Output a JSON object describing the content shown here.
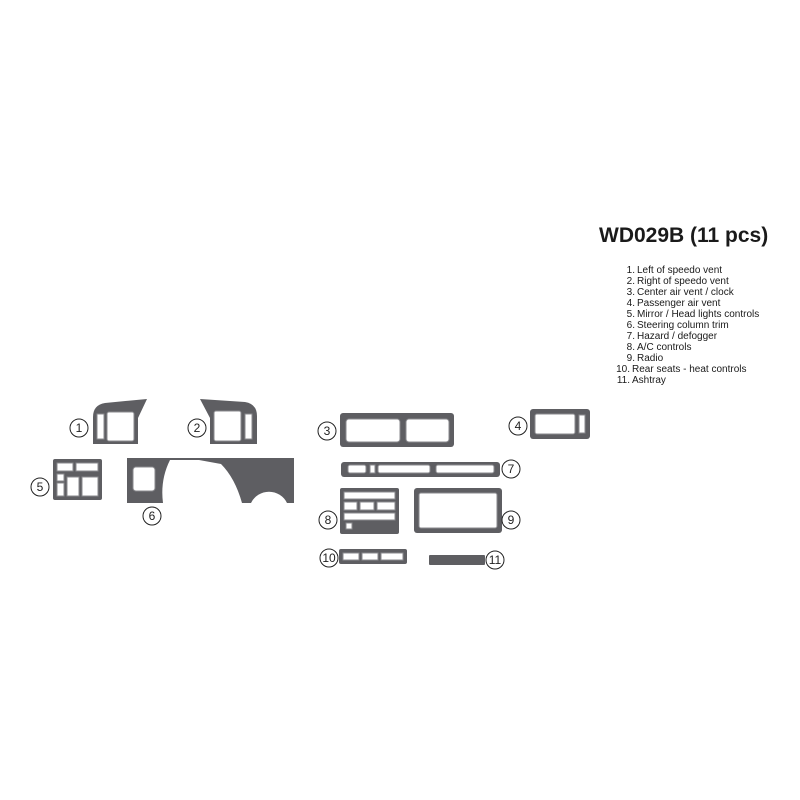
{
  "title": "WD029B (11 pcs)",
  "legend": [
    {
      "num": "1.",
      "text": "Left of speedo vent"
    },
    {
      "num": "2.",
      "text": "Right of speedo vent"
    },
    {
      "num": "3.",
      "text": "Center air vent / clock"
    },
    {
      "num": "4.",
      "text": "Passenger air vent"
    },
    {
      "num": "5.",
      "text": "Mirror / Head lights controls"
    },
    {
      "num": "6.",
      "text": "Steering column trim"
    },
    {
      "num": "7.",
      "text": "Hazard / defogger"
    },
    {
      "num": "8.",
      "text": "A/C controls"
    },
    {
      "num": "9.",
      "text": "Radio"
    },
    {
      "num": "10.",
      "text": "Rear seats - heat controls"
    },
    {
      "num": "11.",
      "text": "Ashtray"
    }
  ],
  "callouts": [
    "1",
    "2",
    "3",
    "4",
    "5",
    "6",
    "7",
    "8",
    "9",
    "10",
    "11"
  ],
  "colors": {
    "part_fill": "#5e5e62",
    "cutout_fill": "#ffffff",
    "text": "#1a1a1a"
  }
}
